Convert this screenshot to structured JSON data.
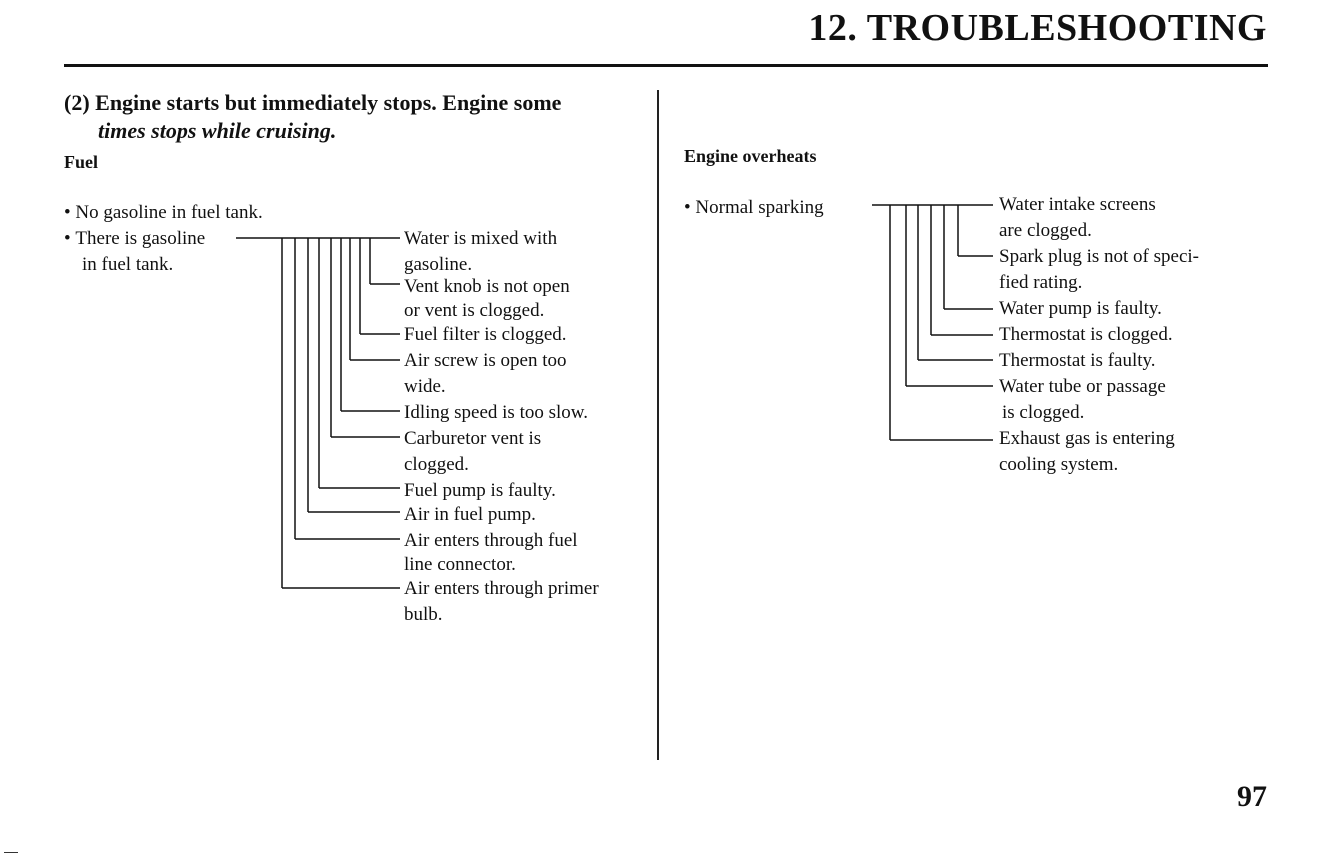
{
  "header": {
    "title": "12. TROUBLESHOOTING"
  },
  "left": {
    "section_title_line1": "(2) Engine starts but immediately stops. Engine some",
    "section_title_line2": "times stops while cruising.",
    "subheading": "Fuel",
    "symptoms": [
      {
        "line1": "No gasoline in fuel tank."
      },
      {
        "line1": "There is gasoline",
        "line2": "in fuel tank."
      }
    ],
    "causes": [
      {
        "line1": "Water is mixed with",
        "line2": "gasoline."
      },
      {
        "line1": "Vent knob is not open",
        "line2": "or vent is clogged."
      },
      {
        "line1": "Fuel filter is clogged."
      },
      {
        "line1": "Air screw is open too",
        "line2": "wide."
      },
      {
        "line1": "Idling speed is too slow."
      },
      {
        "line1": "Carburetor vent is",
        "line2": "clogged."
      },
      {
        "line1": "Fuel pump is faulty."
      },
      {
        "line1": "Air in fuel pump."
      },
      {
        "line1": "Air enters through fuel",
        "line2": "line connector."
      },
      {
        "line1": "Air enters through primer",
        "line2": "bulb."
      }
    ]
  },
  "right": {
    "subheading": "Engine overheats",
    "symptom": "Normal sparking",
    "causes": [
      {
        "line1": "Water intake screens",
        "line2": "are clogged."
      },
      {
        "line1": "Spark plug is not of speci-",
        "line2": "fied rating."
      },
      {
        "line1": "Water pump is faulty."
      },
      {
        "line1": "Thermostat is clogged."
      },
      {
        "line1": "Thermostat is faulty."
      },
      {
        "line1": "Water tube or passage",
        "line2": "is clogged."
      },
      {
        "line1": "Exhaust gas is entering",
        "line2": "cooling system."
      }
    ]
  },
  "footer": {
    "page_number": "97"
  }
}
